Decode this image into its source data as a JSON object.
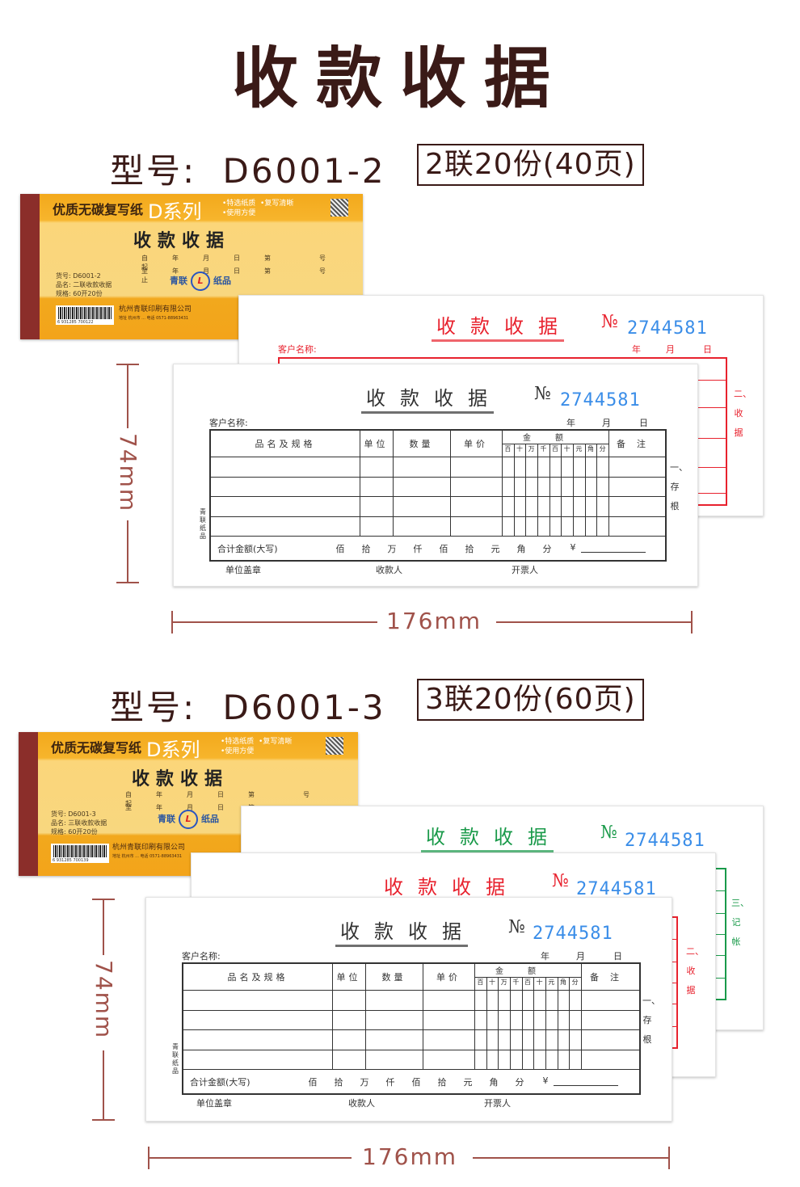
{
  "page_title": "收款收据",
  "products": [
    {
      "model_label": "型号:",
      "model": "D6001-2",
      "pack": "2联20份(40页)",
      "cover": {
        "brand": "优质无碳复写纸",
        "series": "D系列",
        "features": [
          "•特选纸质",
          "•复写清晰",
          "•使用方便"
        ],
        "title": "收款收据",
        "line1": [
          "自",
          "年",
          "月",
          "日第",
          "号起"
        ],
        "line2": [
          "至",
          "年",
          "月",
          "日第",
          "号止"
        ],
        "spec": [
          "货号: D6001-2",
          "品名: 二联收款收据",
          "规格: 60开20份"
        ],
        "logo_left": "青联",
        "logo_mark": "L",
        "logo_right": "纸品",
        "barcode_number": "6 931285 700122",
        "company": "杭州青联印刷有限公司",
        "company_sub": "地址 杭州市 ... 电话 0571-88963431"
      },
      "sheets": [
        {
          "copy": "二、收据",
          "color": "#e8222e",
          "title": "收款收据",
          "no": "№",
          "serial": "2744581",
          "customer": "客户名称:",
          "date": [
            "年",
            "月",
            "日"
          ]
        },
        {
          "copy": "一、存根",
          "color": "#333333",
          "title": "收款收据",
          "no": "№",
          "serial": "2744581",
          "customer": "客户名称:",
          "date": [
            "年",
            "月",
            "日"
          ]
        }
      ],
      "height_dim": "74mm",
      "width_dim": "176mm"
    },
    {
      "model_label": "型号:",
      "model": "D6001-3",
      "pack": "3联20份(60页)",
      "cover": {
        "brand": "优质无碳复写纸",
        "series": "D系列",
        "features": [
          "•特选纸质",
          "•复写清晰",
          "•使用方便"
        ],
        "title": "收款收据",
        "line1": [
          "自",
          "年",
          "月",
          "日第",
          "号起"
        ],
        "line2": [
          "至",
          "年",
          "月",
          "日第",
          "号止"
        ],
        "spec": [
          "货号: D6001-3",
          "品名: 三联收款收据",
          "规格: 60开20份"
        ],
        "logo_left": "青联",
        "logo_mark": "L",
        "logo_right": "纸品",
        "barcode_number": "6 931285 700139",
        "company": "杭州青联印刷有限公司",
        "company_sub": "地址 杭州市 ... 电话 0571-88963431"
      },
      "sheets": [
        {
          "copy": "三、记帐",
          "color": "#1a9a4a",
          "title": "收款收据",
          "no": "№",
          "serial": "2744581"
        },
        {
          "copy": "二、收据",
          "color": "#e8222e",
          "title": "收款收据",
          "no": "№",
          "serial": "2744581"
        },
        {
          "copy": "一、存根",
          "color": "#333333",
          "title": "收款收据",
          "no": "№",
          "serial": "2744581",
          "customer": "客户名称:",
          "date": [
            "年",
            "月",
            "日"
          ]
        }
      ],
      "height_dim": "74mm",
      "width_dim": "176mm"
    }
  ],
  "form": {
    "headers": [
      "品名及规格",
      "单位",
      "数量",
      "单价",
      "金额",
      "备注"
    ],
    "amount_digits": [
      "百",
      "十",
      "万",
      "千",
      "百",
      "十",
      "元",
      "角",
      "分"
    ],
    "total_label": "合计金额(大写)",
    "total_units": [
      "佰",
      "拾",
      "万",
      "仟",
      "佰",
      "拾",
      "元",
      "角",
      "分",
      "¥"
    ],
    "footer": [
      "单位盖章",
      "收款人",
      "开票人"
    ],
    "side_print": "青联纸品"
  }
}
